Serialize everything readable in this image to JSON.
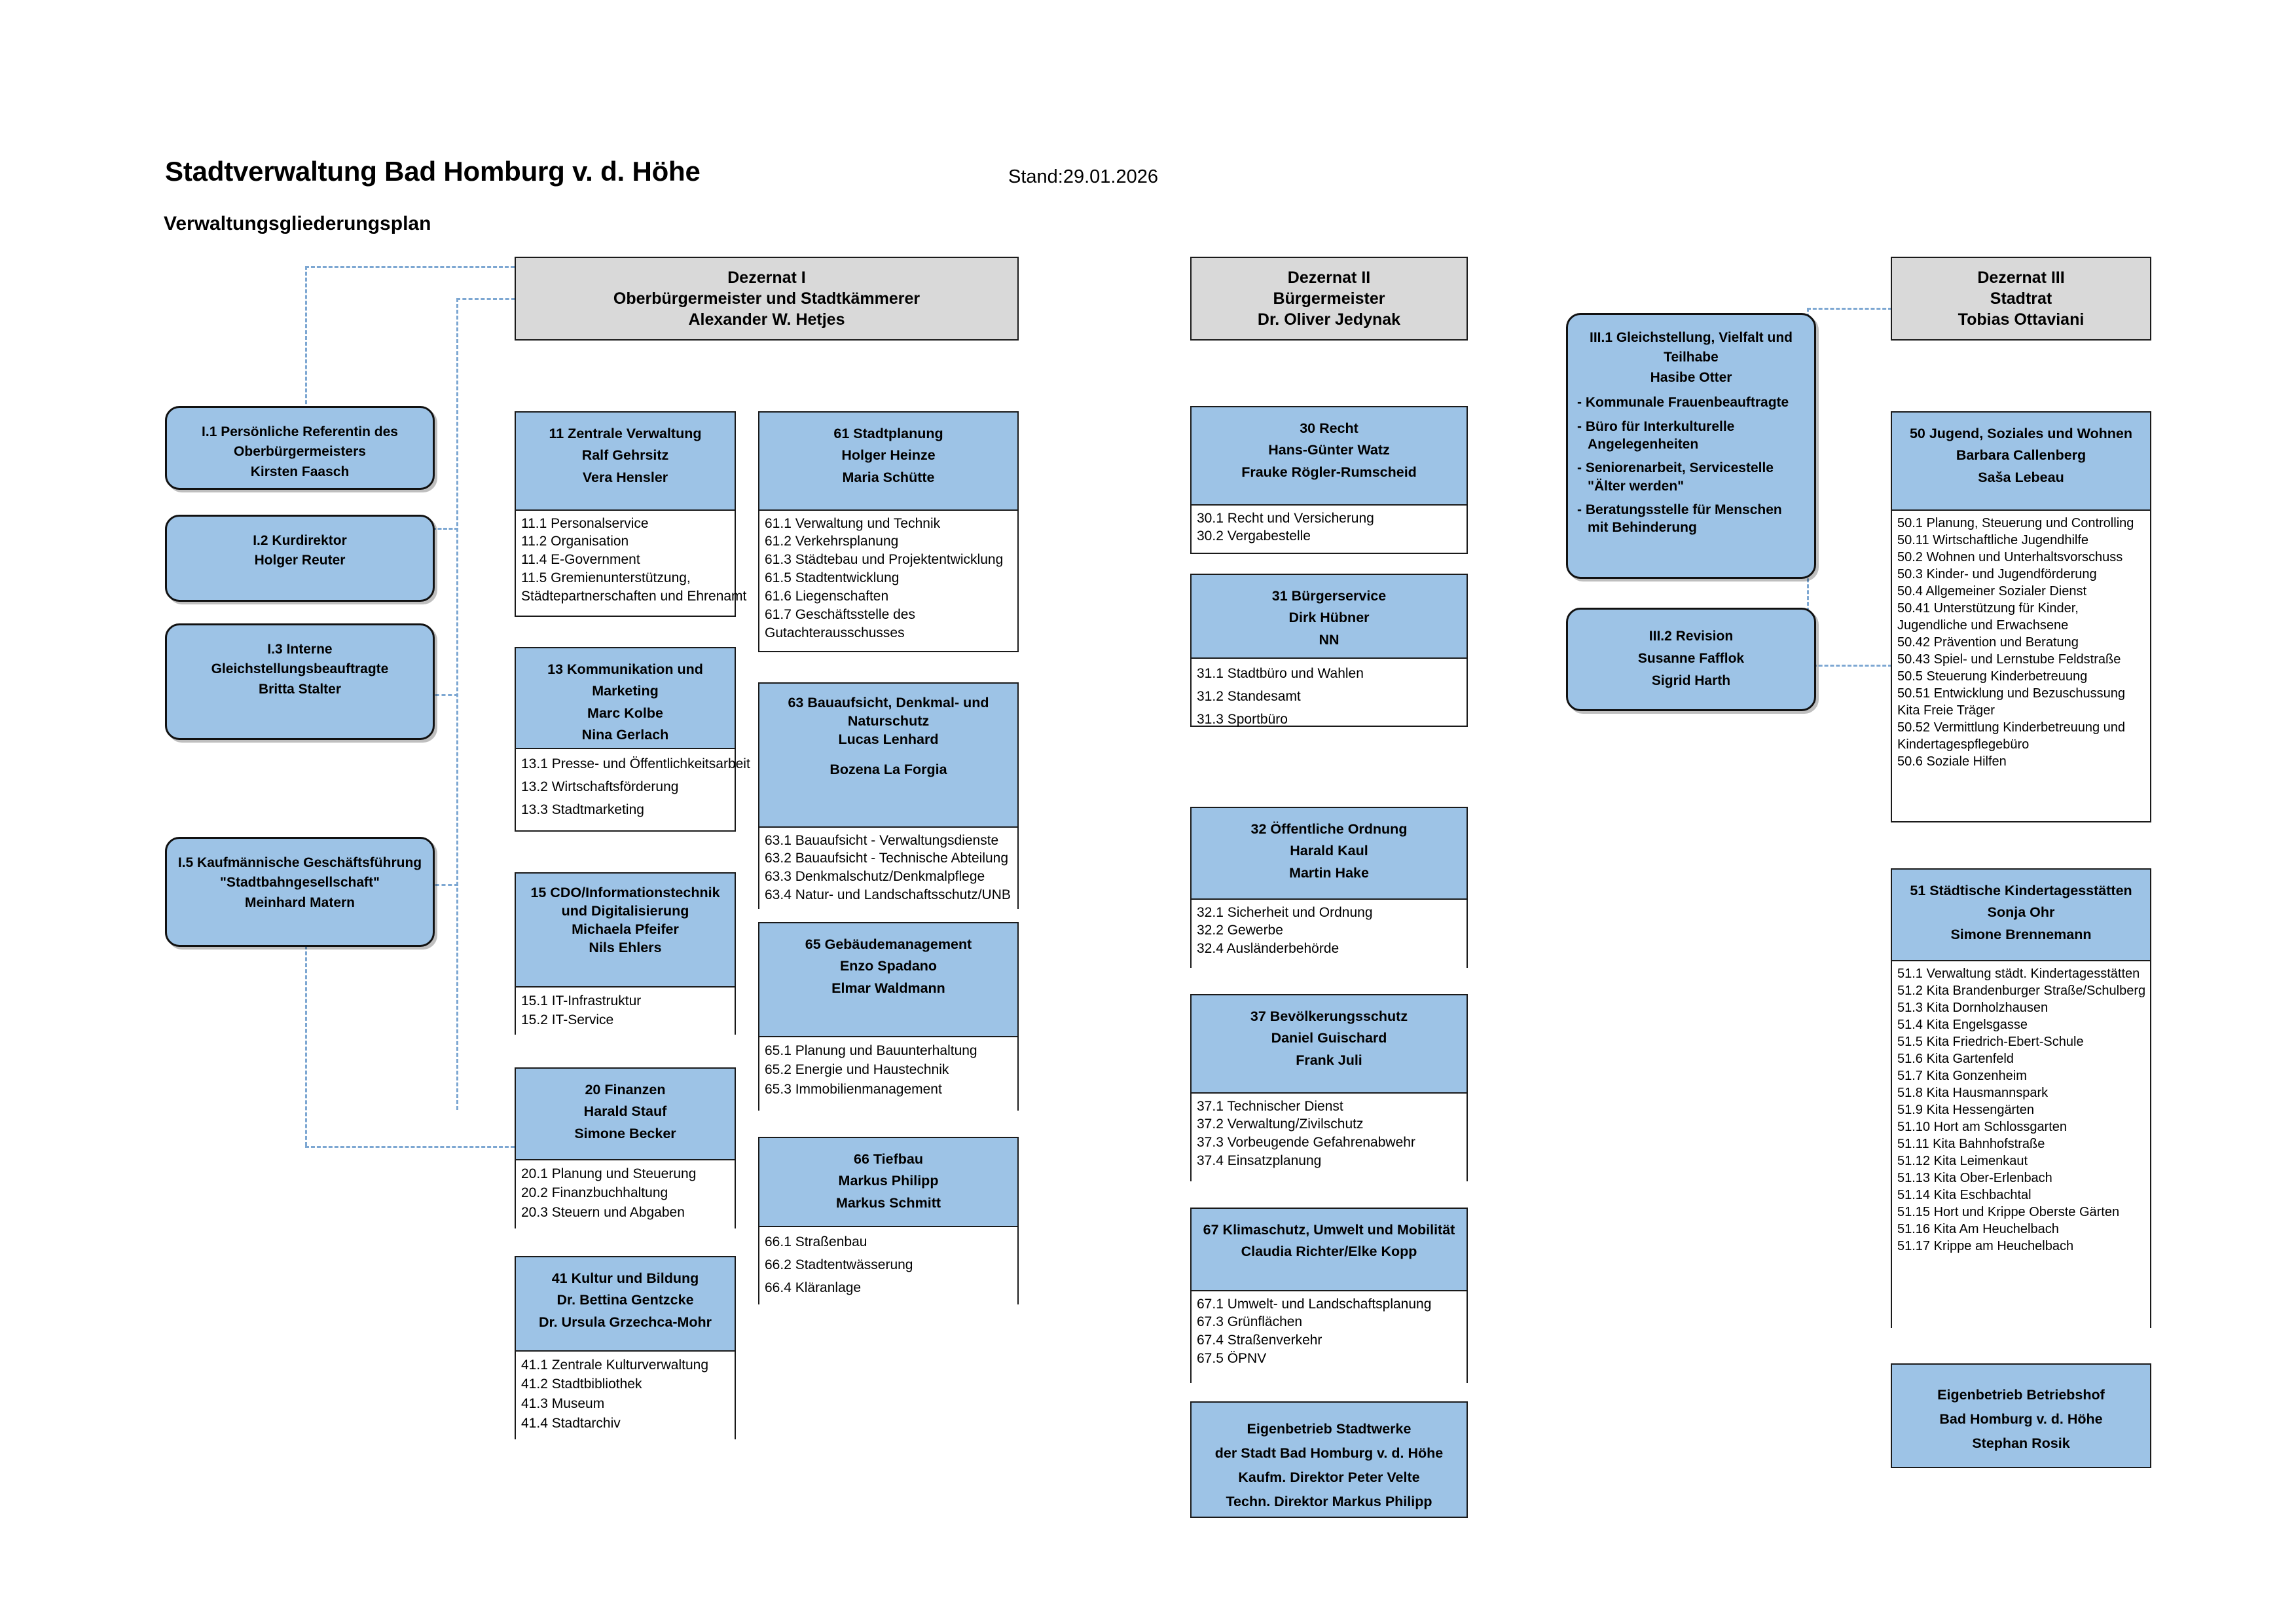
{
  "header": {
    "title": "Stadtverwaltung Bad Homburg v. d. Höhe",
    "date": "Stand:29.01.2026",
    "subtitle": "Verwaltungsgliederungsplan"
  },
  "colors": {
    "unit_blue": "#9dc3e6",
    "dezernat_grey": "#d9d9d9",
    "connector_blue": "#7da7d2",
    "border_black": "#1a1a1a"
  },
  "dezernat_1": {
    "header": [
      "Dezernat I",
      "Oberbürgermeister und Stadtkämmerer",
      "Alexander W. Hetjes"
    ],
    "staff_units": [
      {
        "lines": [
          "I.1 Persönliche Referentin des",
          "Oberbürgermeisters",
          "Kirsten Faasch"
        ]
      },
      {
        "lines": [
          "I.2 Kurdirektor",
          "Holger Reuter"
        ]
      },
      {
        "lines": [
          "I.3 Interne Gleichstellungsbeauftragte",
          "Britta Stalter"
        ]
      },
      {
        "lines": [
          "I.5 Kaufmännische Geschäftsführung",
          "\"Stadtbahngesellschaft\"",
          "Meinhard Matern"
        ]
      }
    ],
    "column_a": [
      {
        "head": [
          "11 Zentrale Verwaltung",
          "Ralf Gehrsitz",
          "Vera Hensler"
        ],
        "items": [
          "11.1 Personalservice",
          "11.2 Organisation",
          "11.4 E-Government",
          "11.5 Gremienunterstützung,",
          "Städtepartnerschaften und Ehrenamt"
        ]
      },
      {
        "head": [
          "13  Kommunikation und Marketing",
          "Marc Kolbe",
          "Nina Gerlach"
        ],
        "items": [
          "13.1 Presse- und Öffentlichkeitsarbeit",
          "13.2 Wirtschaftsförderung",
          "13.3 Stadtmarketing"
        ]
      },
      {
        "head": [
          "15 CDO/Informationstechnik",
          "und Digitalisierung",
          "Michaela Pfeifer",
          "Nils Ehlers"
        ],
        "items": [
          "15.1 IT-Infrastruktur",
          "15.2 IT-Service"
        ]
      },
      {
        "head": [
          "20 Finanzen",
          "Harald Stauf",
          "Simone Becker"
        ],
        "items": [
          "20.1 Planung und Steuerung",
          "20.2 Finanzbuchhaltung",
          "20.3 Steuern und Abgaben"
        ]
      },
      {
        "head": [
          "41 Kultur und Bildung",
          "Dr. Bettina Gentzcke",
          "Dr. Ursula Grzechca-Mohr"
        ],
        "items": [
          "41.1 Zentrale Kulturverwaltung",
          "41.2 Stadtbibliothek",
          "41.3 Museum",
          "41.4 Stadtarchiv"
        ]
      }
    ],
    "column_b": [
      {
        "head": [
          "61 Stadtplanung",
          "Holger Heinze",
          "Maria Schütte"
        ],
        "items": [
          "61.1 Verwaltung und Technik",
          "61.2 Verkehrsplanung",
          "61.3 Städtebau und Projektentwicklung",
          "61.5 Stadtentwicklung",
          "61.6 Liegenschaften",
          "61.7 Geschäftsstelle des",
          "Gutachterausschusses"
        ]
      },
      {
        "head": [
          "63 Bauaufsicht, Denkmal- und",
          "Naturschutz",
          "Lucas Lenhard",
          "",
          "Bozena La Forgia"
        ],
        "items": [
          "63.1 Bauaufsicht - Verwaltungsdienste",
          "63.2 Bauaufsicht - Technische Abteilung",
          "63.3 Denkmalschutz/Denkmalpflege",
          "63.4 Natur- und Landschaftsschutz/UNB"
        ]
      },
      {
        "head": [
          "65 Gebäudemanagement",
          "Enzo Spadano",
          "Elmar Waldmann"
        ],
        "items": [
          "65.1 Planung und Bauunterhaltung",
          "65.2 Energie und Haustechnik",
          "65.3 Immobilienmanagement"
        ]
      },
      {
        "head": [
          "66 Tiefbau",
          "Markus Philipp",
          "Markus Schmitt"
        ],
        "items": [
          "66.1 Straßenbau",
          "66.2 Stadtentwässerung",
          "66.4 Kläranlage"
        ]
      }
    ]
  },
  "dezernat_2": {
    "header": [
      "Dezernat II",
      "Bürgermeister",
      "Dr. Oliver Jedynak"
    ],
    "units": [
      {
        "head": [
          "30 Recht",
          "Hans-Günter Watz",
          "Frauke Rögler-Rumscheid"
        ],
        "items": [
          "30.1 Recht und Versicherung",
          "30.2 Vergabestelle"
        ]
      },
      {
        "head": [
          "31 Bürgerservice",
          "Dirk Hübner",
          "NN"
        ],
        "items": [
          "31.1 Stadtbüro und Wahlen",
          "31.2 Standesamt",
          "31.3 Sportbüro"
        ]
      },
      {
        "head": [
          "32 Öffentliche Ordnung",
          "Harald Kaul",
          "Martin Hake"
        ],
        "items": [
          "32.1 Sicherheit und Ordnung",
          "32.2 Gewerbe",
          "32.4 Ausländerbehörde"
        ]
      },
      {
        "head": [
          "37 Bevölkerungsschutz",
          "Daniel Guischard",
          "Frank Juli"
        ],
        "items": [
          "37.1 Technischer Dienst",
          "37.2 Verwaltung/Zivilschutz",
          "37.3 Vorbeugende Gefahrenabwehr",
          "37.4 Einsatzplanung"
        ]
      },
      {
        "head": [
          "67 Klimaschutz, Umwelt und Mobilität",
          "Claudia Richter/Elke Kopp"
        ],
        "items": [
          "67.1 Umwelt- und Landschaftsplanung",
          "67.3 Grünflächen",
          "67.4 Straßenverkehr",
          "67.5 ÖPNV"
        ]
      }
    ],
    "eigenbetrieb": [
      "Eigenbetrieb Stadtwerke",
      "der Stadt Bad Homburg v. d. Höhe",
      "Kaufm. Direktor Peter Velte",
      "Techn. Direktor Markus Philipp"
    ]
  },
  "dezernat_3": {
    "header": [
      "Dezernat III",
      "Stadtrat",
      "Tobias Ottaviani"
    ],
    "staff_units": [
      {
        "title_lines": [
          "III.1 Gleichstellung, Vielfalt und",
          "Teilhabe",
          "Hasibe Otter"
        ],
        "bullets": [
          [
            "- Kommunale Frauenbeauftragte"
          ],
          [
            "- Büro für Interkulturelle",
            "Angelegenheiten"
          ],
          [
            "- Seniorenarbeit, Servicestelle",
            "\"Älter werden\""
          ],
          [
            "- Beratungsstelle für Menschen",
            "mit Behinderung"
          ]
        ]
      },
      {
        "title_lines": [
          "III.2 Revision",
          "Susanne Fafflok",
          "Sigrid Harth"
        ],
        "bullets": []
      }
    ],
    "units": [
      {
        "head": [
          "50 Jugend, Soziales und Wohnen",
          "Barbara Callenberg",
          "Saša Lebeau"
        ],
        "items": [
          "50.1 Planung, Steuerung und Controlling",
          "50.11 Wirtschaftliche Jugendhilfe",
          "50.2 Wohnen und Unterhaltsvorschuss",
          "50.3 Kinder- und Jugendförderung",
          "50.4 Allgemeiner Sozialer Dienst",
          "50.41 Unterstützung für Kinder,",
          "Jugendliche und Erwachsene",
          "50.42 Prävention und Beratung",
          "50.43 Spiel- und Lernstube Feldstraße",
          "50.5 Steuerung Kinderbetreuung",
          "50.51 Entwicklung und Bezuschussung",
          "Kita Freie Träger",
          "50.52 Vermittlung Kinderbetreuung und",
          "Kindertagespflegebüro",
          "50.6 Soziale Hilfen"
        ]
      },
      {
        "head": [
          "51 Städtische Kindertagesstätten",
          "Sonja Ohr",
          "Simone Brennemann"
        ],
        "items": [
          "51.1 Verwaltung städt. Kindertagesstätten",
          "51.2 Kita Brandenburger Straße/Schulberg",
          "51.3 Kita Dornholzhausen",
          "51.4 Kita Engelsgasse",
          "51.5 Kita Friedrich-Ebert-Schule",
          "51.6 Kita Gartenfeld",
          "51.7 Kita Gonzenheim",
          "51.8 Kita Hausmannspark",
          "51.9 Kita Hessengärten",
          "51.10 Hort am Schlossgarten",
          "51.11 Kita Bahnhofstraße",
          "51.12 Kita Leimenkaut",
          "51.13 Kita Ober-Erlenbach",
          "51.14 Kita Eschbachtal",
          "51.15 Hort und Krippe Oberste Gärten",
          "51.16 Kita Am Heuchelbach",
          "51.17 Krippe am Heuchelbach"
        ]
      }
    ],
    "eigenbetrieb": [
      "Eigenbetrieb  Betriebshof",
      "Bad Homburg v.  d. Höhe",
      "Stephan Rosik"
    ]
  }
}
